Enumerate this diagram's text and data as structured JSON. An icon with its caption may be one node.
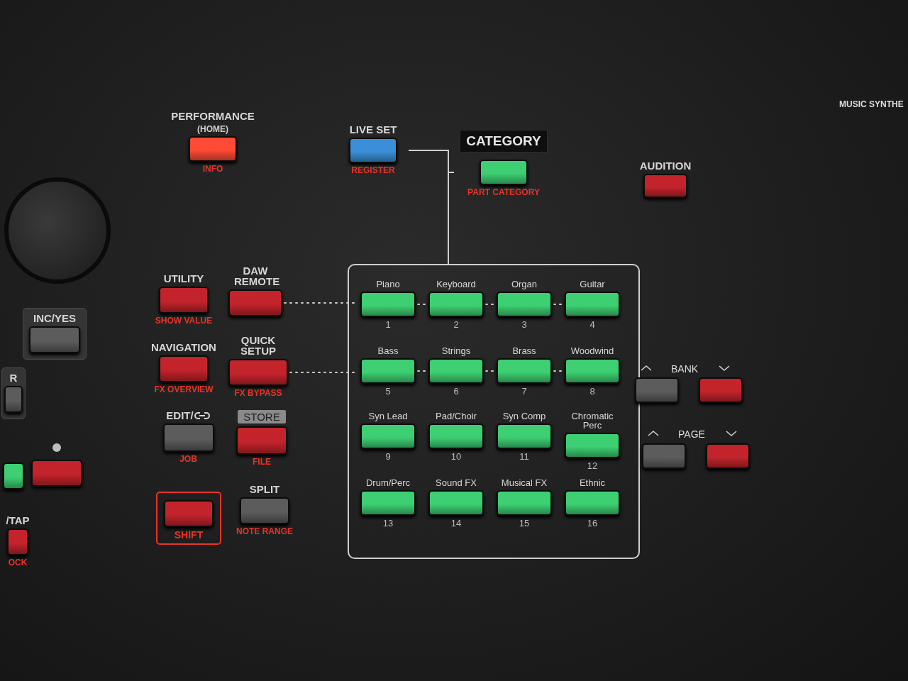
{
  "diagram": {
    "nodes": [
      {
        "text": [
          "PERFORMANCE",
          "(HOME)",
          "INFO"
        ]
      },
      {
        "text": [
          "LIVE SET",
          "REGISTER"
        ]
      },
      {
        "text": [
          "CATEGORY",
          "PART CATEGORY"
        ]
      },
      {
        "text": [
          "AUDITION"
        ]
      },
      {
        "text": [
          "INC/YES"
        ]
      },
      {
        "text": [
          "UTILITY",
          "SHOW VALUE"
        ]
      },
      {
        "text": [
          "DAW REMOTE"
        ]
      },
      {
        "text": [
          "NAVIGATION",
          "FX OVERVIEW"
        ]
      },
      {
        "text": [
          "QUICK SETUP",
          "FX BYPASS"
        ]
      },
      {
        "text": [
          "EDIT/",
          "JOB"
        ]
      },
      {
        "text": [
          "STORE",
          "FILE"
        ]
      },
      {
        "text": [
          "SHIFT"
        ]
      },
      {
        "text": [
          "SPLIT",
          "NOTE RANGE"
        ]
      },
      {
        "text": [],
        "shape": "box"
      },
      {
        "text": [
          "Piano",
          "1"
        ],
        "in": 13
      },
      {
        "text": [
          "Keyboard",
          "2"
        ],
        "in": 13
      },
      {
        "text": [
          "Organ",
          "3"
        ],
        "in": 13
      },
      {
        "text": [
          "Guitar",
          "4"
        ],
        "in": 13
      },
      {
        "text": [
          "Bass",
          "5"
        ],
        "in": 13
      },
      {
        "text": [
          "Strings",
          "6"
        ],
        "in": 13
      },
      {
        "text": [
          "Brass",
          "7"
        ],
        "in": 13
      },
      {
        "text": [
          "Woodwind",
          "8"
        ],
        "in": 13
      },
      {
        "text": [
          "Syn Lead",
          "9"
        ],
        "in": 13
      },
      {
        "text": [
          "Pad/Choir",
          "10"
        ],
        "in": 13
      },
      {
        "text": [
          "Syn Comp",
          "11"
        ],
        "in": 13
      },
      {
        "text": [
          "Chromatic Perc",
          "12"
        ],
        "in": 13
      },
      {
        "text": [
          "Drum/Perc",
          "13"
        ],
        "in": 13
      },
      {
        "text": [
          "Sound FX",
          "14"
        ],
        "in": 13
      },
      {
        "text": [
          "Musical FX",
          "15"
        ],
        "in": 13
      },
      {
        "text": [
          "Ethnic",
          "16"
        ],
        "in": 13
      },
      {
        "text": [],
        "shape": "box"
      },
      {
        "text": [],
        "shape": "box"
      },
      {
        "text": [],
        "shape": "box"
      },
      {
        "text": [],
        "shape": "box"
      },
      {
        "text": [
          "R"
        ]
      },
      {
        "text": [],
        "shape": "box"
      },
      {
        "text": [],
        "shape": "box"
      },
      {
        "text": [
          "/TAP",
          "OCK"
        ]
      },
      {
        "text": [],
        "shape": "circle"
      }
    ],
    "edges": [
      {
        "from": 1,
        "to": 13,
        "arrow": "none"
      },
      {
        "from": 2,
        "to": 13,
        "arrow": "none"
      },
      {
        "from": 6,
        "to": 14,
        "arrow": "none",
        "style": "dashed"
      },
      {
        "from": 14,
        "to": 15,
        "arrow": "none",
        "style": "dashed"
      },
      {
        "from": 15,
        "to": 16,
        "arrow": "none",
        "style": "dashed"
      },
      {
        "from": 16,
        "to": 17,
        "arrow": "none",
        "style": "dashed"
      },
      {
        "from": 8,
        "to": 18,
        "arrow": "none",
        "style": "dashed"
      },
      {
        "from": 18,
        "to": 19,
        "arrow": "none",
        "style": "dashed"
      },
      {
        "from": 19,
        "to": 20,
        "arrow": "none",
        "style": "dashed"
      },
      {
        "from": 20,
        "to": 21,
        "arrow": "none",
        "style": "dashed"
      }
    ],
    "labels": [
      "MUSIC SYNTHE",
      "BANK",
      "PAGE"
    ]
  }
}
